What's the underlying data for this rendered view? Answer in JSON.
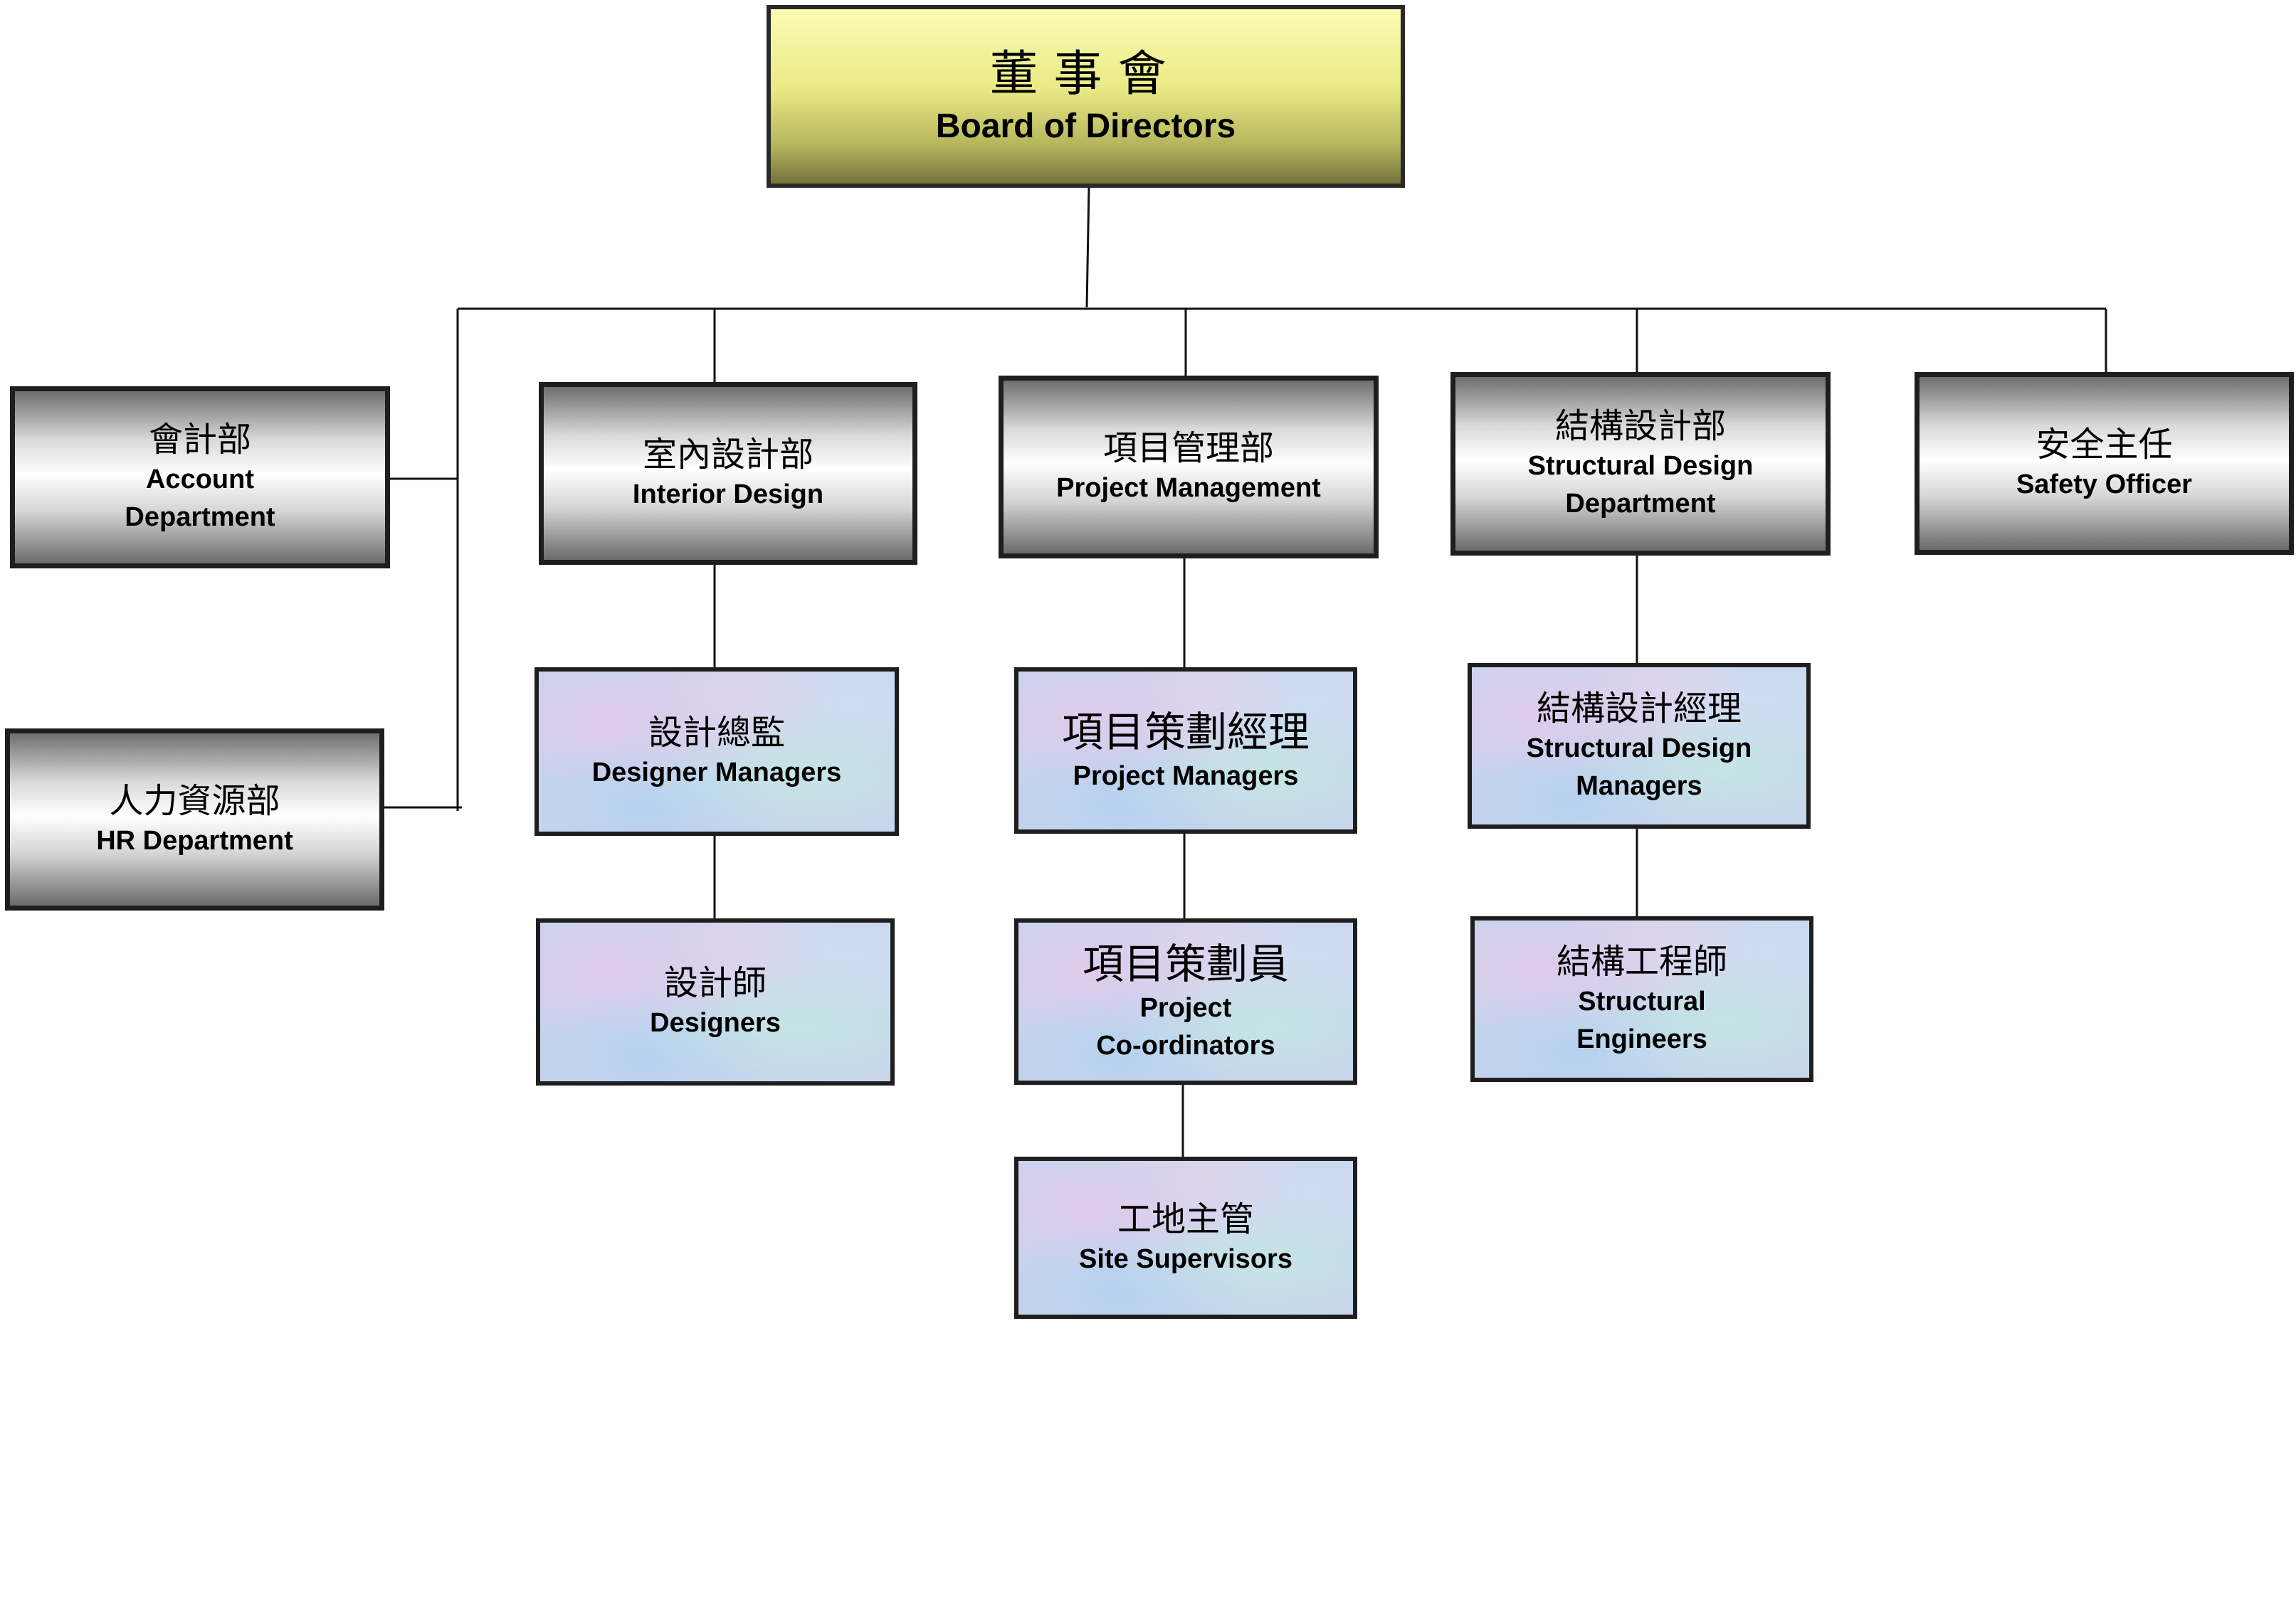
{
  "org_chart": {
    "board": {
      "zh": "董事會",
      "en": "Board of Directors"
    },
    "side_departments": [
      {
        "zh": "會計部",
        "en": "Account\nDepartment"
      },
      {
        "zh": "人力資源部",
        "en": "HR Department"
      }
    ],
    "departments": [
      {
        "zh": "室內設計部",
        "en": "Interior Design",
        "roles": [
          {
            "zh": "設計總監",
            "en": "Designer Managers"
          },
          {
            "zh": "設計師",
            "en": "Designers"
          }
        ]
      },
      {
        "zh": "項目管理部",
        "en": "Project Management",
        "roles": [
          {
            "zh": "項目策劃經理",
            "en": "Project Managers"
          },
          {
            "zh": "項目策劃員",
            "en": "Project\nCo-ordinators"
          },
          {
            "zh": "工地主管",
            "en": "Site Supervisors"
          }
        ]
      },
      {
        "zh": "結構設計部",
        "en": "Structural Design\nDepartment",
        "roles": [
          {
            "zh": "結構設計經理",
            "en": "Structural Design\nManagers"
          },
          {
            "zh": "結構工程師",
            "en": "Structural\nEngineers"
          }
        ]
      },
      {
        "zh": "安全主任",
        "en": "Safety Officer",
        "roles": []
      }
    ]
  }
}
